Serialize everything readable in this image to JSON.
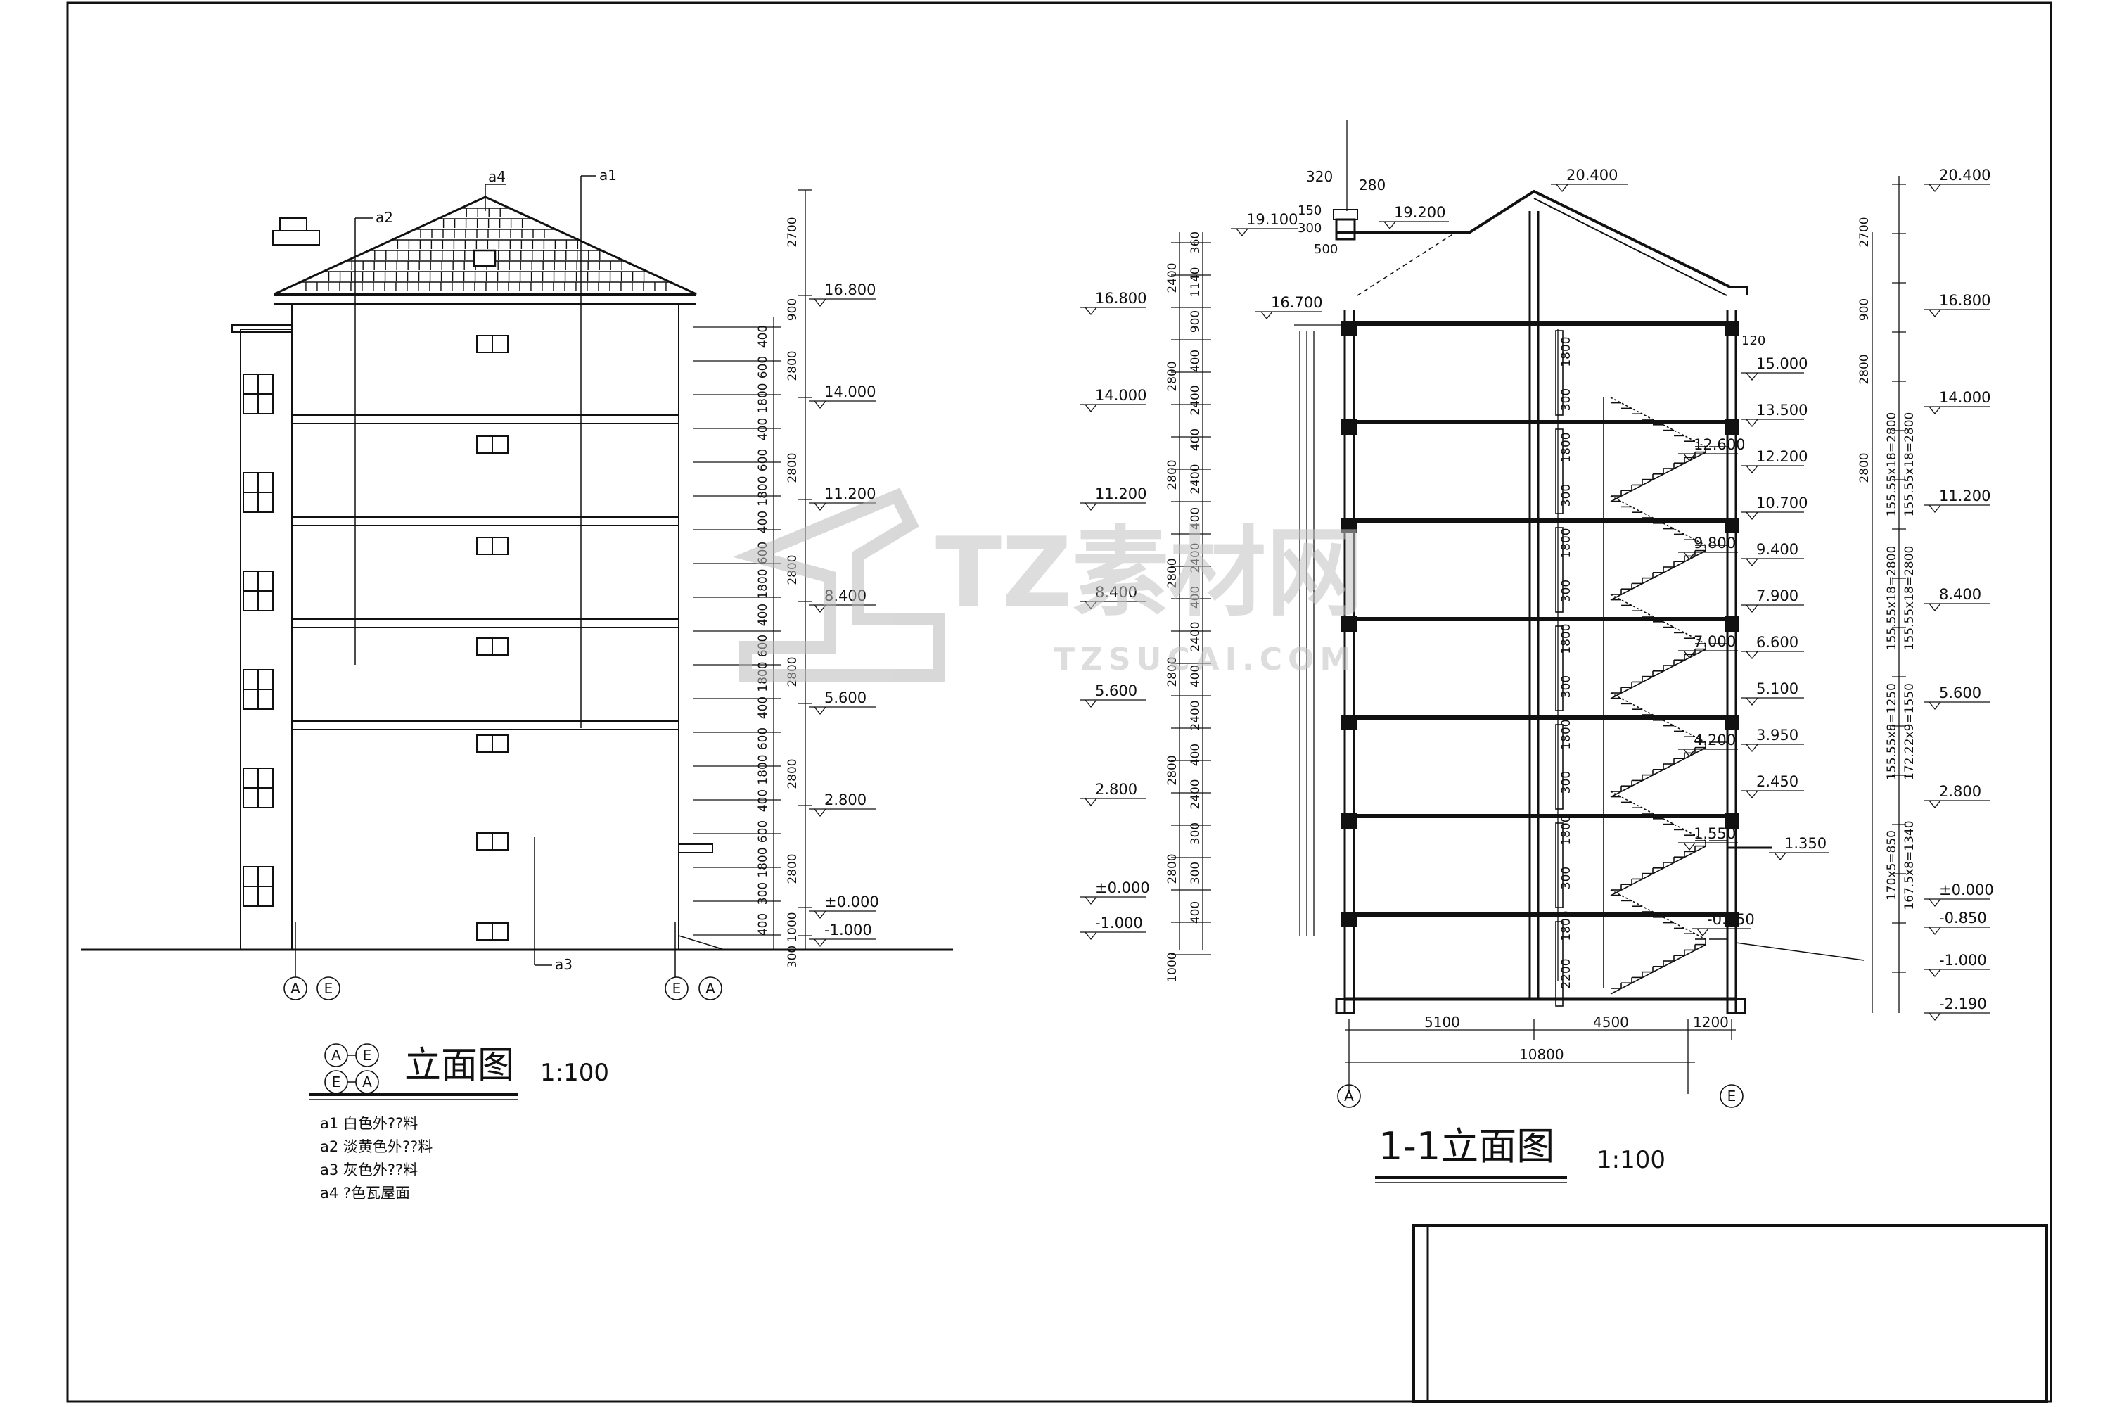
{
  "elevation": {
    "title": "立面图",
    "scale": "1:100",
    "axis_pair_top": [
      "A",
      "E"
    ],
    "axis_pair_bottom": [
      "E",
      "A"
    ],
    "axis_left": [
      "A",
      "E"
    ],
    "axis_right": [
      "E",
      "A"
    ],
    "callouts": {
      "a1": "a1",
      "a2": "a2",
      "a3": "a3",
      "a4": "a4"
    },
    "levels": [
      "16.800",
      "14.000",
      "11.200",
      "8.400",
      "5.600",
      "2.800",
      "±0.000",
      "-1.000"
    ],
    "dims_outer": [
      "2700",
      "900",
      "2800",
      "2800",
      "2800",
      "2800",
      "2800",
      "2800",
      "1000",
      "300"
    ],
    "dims_inner": [
      "400",
      "600",
      "1800",
      "400",
      "600",
      "1800",
      "400",
      "600",
      "1800",
      "400",
      "600",
      "1800",
      "400",
      "600",
      "1800",
      "400",
      "600",
      "1800",
      "300",
      "400"
    ],
    "legend": [
      "a1 白色外??料",
      "a2 淡黄色外??料",
      "a3 灰色外??料",
      "a4 ?色瓦屋面"
    ]
  },
  "section": {
    "title": "1-1立面图",
    "scale": "1:100",
    "axis_left": "A",
    "axis_right": "E",
    "dims_bottom": [
      "5100",
      "4500",
      "1200"
    ],
    "dim_total": "10800",
    "top_dims": [
      "320",
      "280"
    ],
    "left_levels": [
      "19.100",
      "16.800",
      "16.700",
      "14.000",
      "11.200",
      "8.400",
      "5.600",
      "2.800",
      "±0.000",
      "-1.000"
    ],
    "inner_levels": [
      "20.400",
      "19.200"
    ],
    "landing_levels": [
      "12.600",
      "9.800",
      "7.000",
      "4.200",
      "1.550",
      "-0.850",
      "1.350"
    ],
    "right_levels_a": [
      "15.000",
      "13.500",
      "12.200",
      "10.700",
      "9.400",
      "7.900",
      "6.600",
      "5.100",
      "3.950",
      "2.450"
    ],
    "right_levels_b": [
      "20.400",
      "16.800",
      "14.000",
      "11.200",
      "8.400",
      "5.600",
      "2.800",
      "±0.000",
      "-0.850",
      "-1.000",
      "-2.190"
    ],
    "left_dims_outer": [
      "2400",
      "2800",
      "2800",
      "2800",
      "2800",
      "2800",
      "2800",
      "1000"
    ],
    "left_dims_inner": [
      "360",
      "1140",
      "900",
      "400",
      "2400",
      "400",
      "2400",
      "400",
      "2400",
      "400",
      "2400",
      "400",
      "2400",
      "400",
      "2400",
      "300",
      "300",
      "400"
    ],
    "roof_dims": [
      "150",
      "300",
      "500",
      "120"
    ],
    "stair_dims": [
      "1800",
      "300",
      "1800",
      "300",
      "1800",
      "300",
      "1800",
      "300",
      "1800",
      "300",
      "1800",
      "300",
      "1800",
      "2200"
    ],
    "right_dims_outer": [
      "2700",
      "900",
      "2800",
      "2800"
    ],
    "right_dims_stairs": [
      "155.55x18=2800",
      "155.55x18=2800",
      "155.55x18=2800",
      "155.55x18=2800",
      "155.55x8=1250",
      "172.22x9=1550",
      "170x5=850",
      "167.5x8=1340"
    ]
  },
  "watermark": {
    "brand": "TZ素材网",
    "url": "TZSUCAI.COM"
  },
  "colors": {
    "line": "#111111",
    "watermark": "#c8c8c8"
  }
}
